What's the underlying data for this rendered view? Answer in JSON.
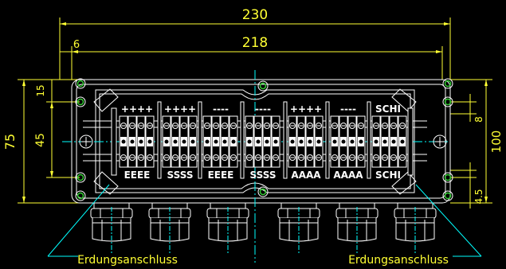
{
  "dimensions": {
    "overall_width": "230",
    "inner_width": "218",
    "offset": "6",
    "left_height": "75",
    "left_inner": "45",
    "left_top": "15",
    "right_height": "100",
    "right_small": "8",
    "right_bottom": "4.5"
  },
  "terminals": {
    "top_signs": [
      "++++",
      "++++",
      "----",
      "----",
      "++++",
      "----",
      "SCHI"
    ],
    "bottom_labels": [
      "EEEE",
      "SSSS",
      "EEEE",
      "SSSS",
      "AAAA",
      "AAAA",
      "SCHI"
    ]
  },
  "labels": {
    "ground_left": "Erdungsanschluss",
    "ground_right": "Erdungsanschluss"
  },
  "colors": {
    "dimension": "#ffff33",
    "outline": "#ffffff",
    "centerline": "#00ffff",
    "screw": "#33cc33",
    "plus_marks": "#ff3333"
  }
}
